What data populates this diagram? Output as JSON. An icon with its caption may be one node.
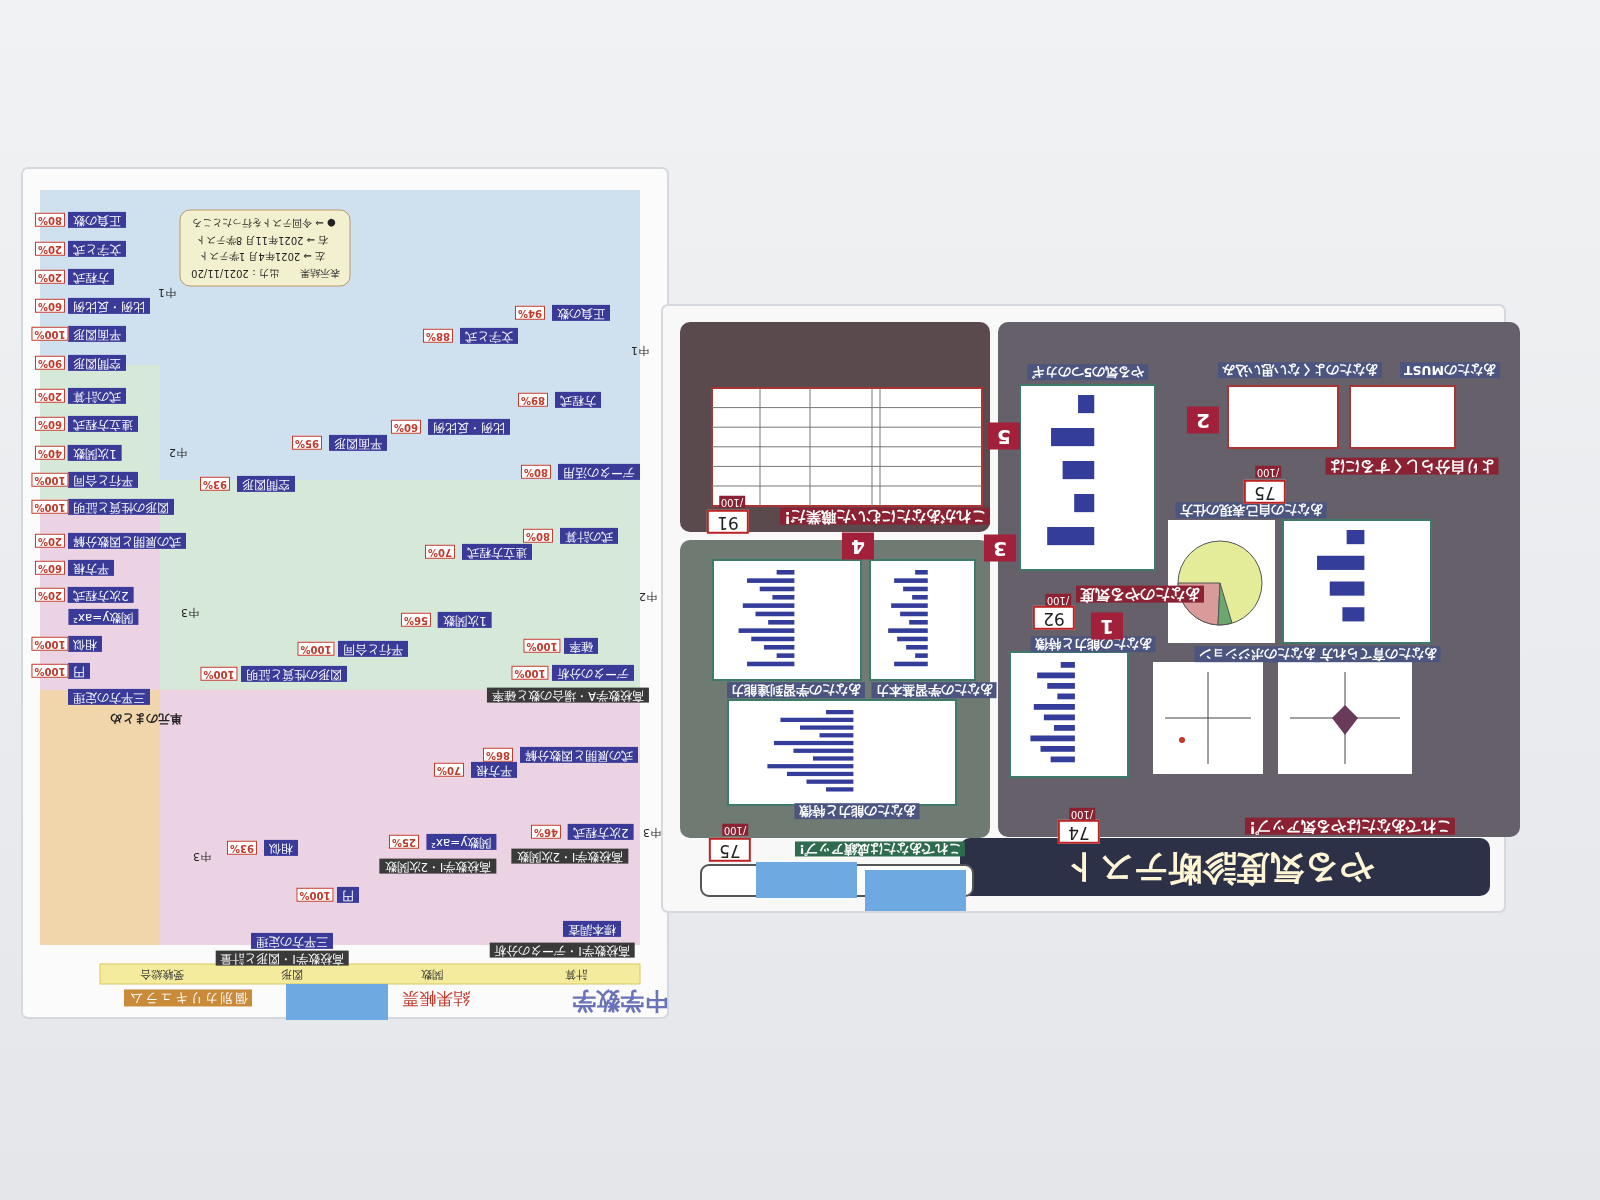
{
  "diagram": {
    "labels": [
      "中学数学",
      "結果帳票",
      "個別カリキュラム",
      "計算",
      "関数",
      "図形",
      "受験総合",
      "中1",
      "中2",
      "中3",
      "中3",
      "中1",
      "中2",
      "中3",
      "単元のまとめ",
      "正負の数",
      "80%",
      "文字と式",
      "20%",
      "方程式",
      "20%",
      "比例・反比例",
      "60%",
      "平面図形",
      "100%",
      "空間図形",
      "90%",
      "式の計算",
      "20%",
      "連立方程式",
      "60%",
      "1次関数",
      "40%",
      "平行と合同",
      "100%",
      "図形の性質と証明",
      "100%",
      "式の展開と因数分解",
      "20%",
      "平方根",
      "60%",
      "2次方程式",
      "20%",
      "関数y=ax²",
      "相似",
      "100%",
      "円",
      "100%",
      "三平方の定理",
      "表示結果",
      "出力：2021/11/20",
      "左 ⇒ 2021年4月 1学テスト",
      "右 ⇒ 2021年11月 8学テスト",
      "● ⇒ 今回テストを行ったところ",
      "正負の数",
      "94%",
      "文字と式",
      "88%",
      "方程式",
      "89%",
      "比例・反比例",
      "60%",
      "平面図形",
      "95%",
      "データの活用",
      "80%",
      "空間図形",
      "93%",
      "式の計算",
      "80%",
      "連立方程式",
      "70%",
      "1次関数",
      "56%",
      "確率",
      "100%",
      "平行と合同",
      "100%",
      "データの分析",
      "100%",
      "図形の性質と証明",
      "100%",
      "高校数学A・場合の数と確率",
      "式の展開と因数分解",
      "86%",
      "平方根",
      "70%",
      "2次方程式",
      "46%",
      "関数y=ax²",
      "25%",
      "相似",
      "93%",
      "高校数学I・2次関数",
      "高校数学I・2次関数",
      "円",
      "100%",
      "標本調査",
      "三平方の定理",
      "高校数学I・データの分析",
      "高校数学I・図形と計量",
      "やる気度診断テスト",
      "これであなたは成績アップ!",
      "75",
      "/100",
      "これであなたはやる気アップ!",
      "あなたの能力と特徴",
      "74",
      "/100",
      "あなたの学習到達能力",
      "あなたの学習基本力",
      "あなたの能力と特徴",
      "あなたのポジション",
      "あなたの育てられ方",
      "1",
      "2",
      "3",
      "4",
      "5",
      "あなたのやる気度",
      "92",
      "/100",
      "あなたの自己表現の仕方",
      "これがあなたにむいた職業だ!",
      "91",
      "/100",
      "75",
      "/100",
      "より自分らしくするには",
      "やる気の5つのカギ",
      "あなたのよくない思い込み",
      "あなたのMUST"
    ]
  }
}
